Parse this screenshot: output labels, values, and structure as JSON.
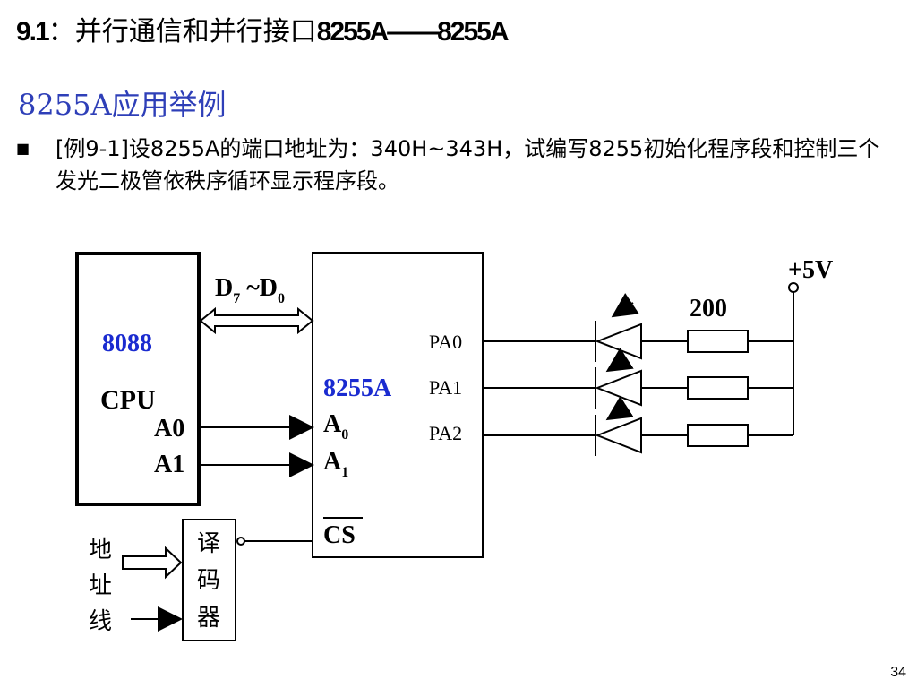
{
  "slide": {
    "title_num": "9.1",
    "title_sep": "：",
    "title_text": "并行通信和并行接口",
    "title_chip": "8255A——8255A",
    "section": "8255A应用举例",
    "bullet_icon": "square-bullet",
    "bullet_text": "[例9-1]设8255A的端口地址为：340H~343H，试编写8255初始化程序段和控制三个发光二极管依秩序循环显示程序段。",
    "page_number": "34"
  },
  "diagram": {
    "cpu_label1": "8088",
    "cpu_label2": "CPU",
    "cpu_a0": "A0",
    "cpu_a1": "A1",
    "bus_label": "D7 ~D0",
    "bus_d7": "D",
    "bus_sub7": "7",
    "bus_tilde": " ~D",
    "bus_sub0": "0",
    "chip_label": "8255A",
    "chip_a": "A",
    "chip_sub0": "0",
    "chip_sub1": "1",
    "chip_cs": "CS",
    "pa0": "PA0",
    "pa1": "PA1",
    "pa2": "PA2",
    "resistor": "200",
    "supply": "+5V",
    "decoder": [
      "译",
      "码",
      "器"
    ],
    "addr_line": [
      "地",
      "址",
      "线"
    ],
    "accent_color": "#1a2bd0"
  }
}
